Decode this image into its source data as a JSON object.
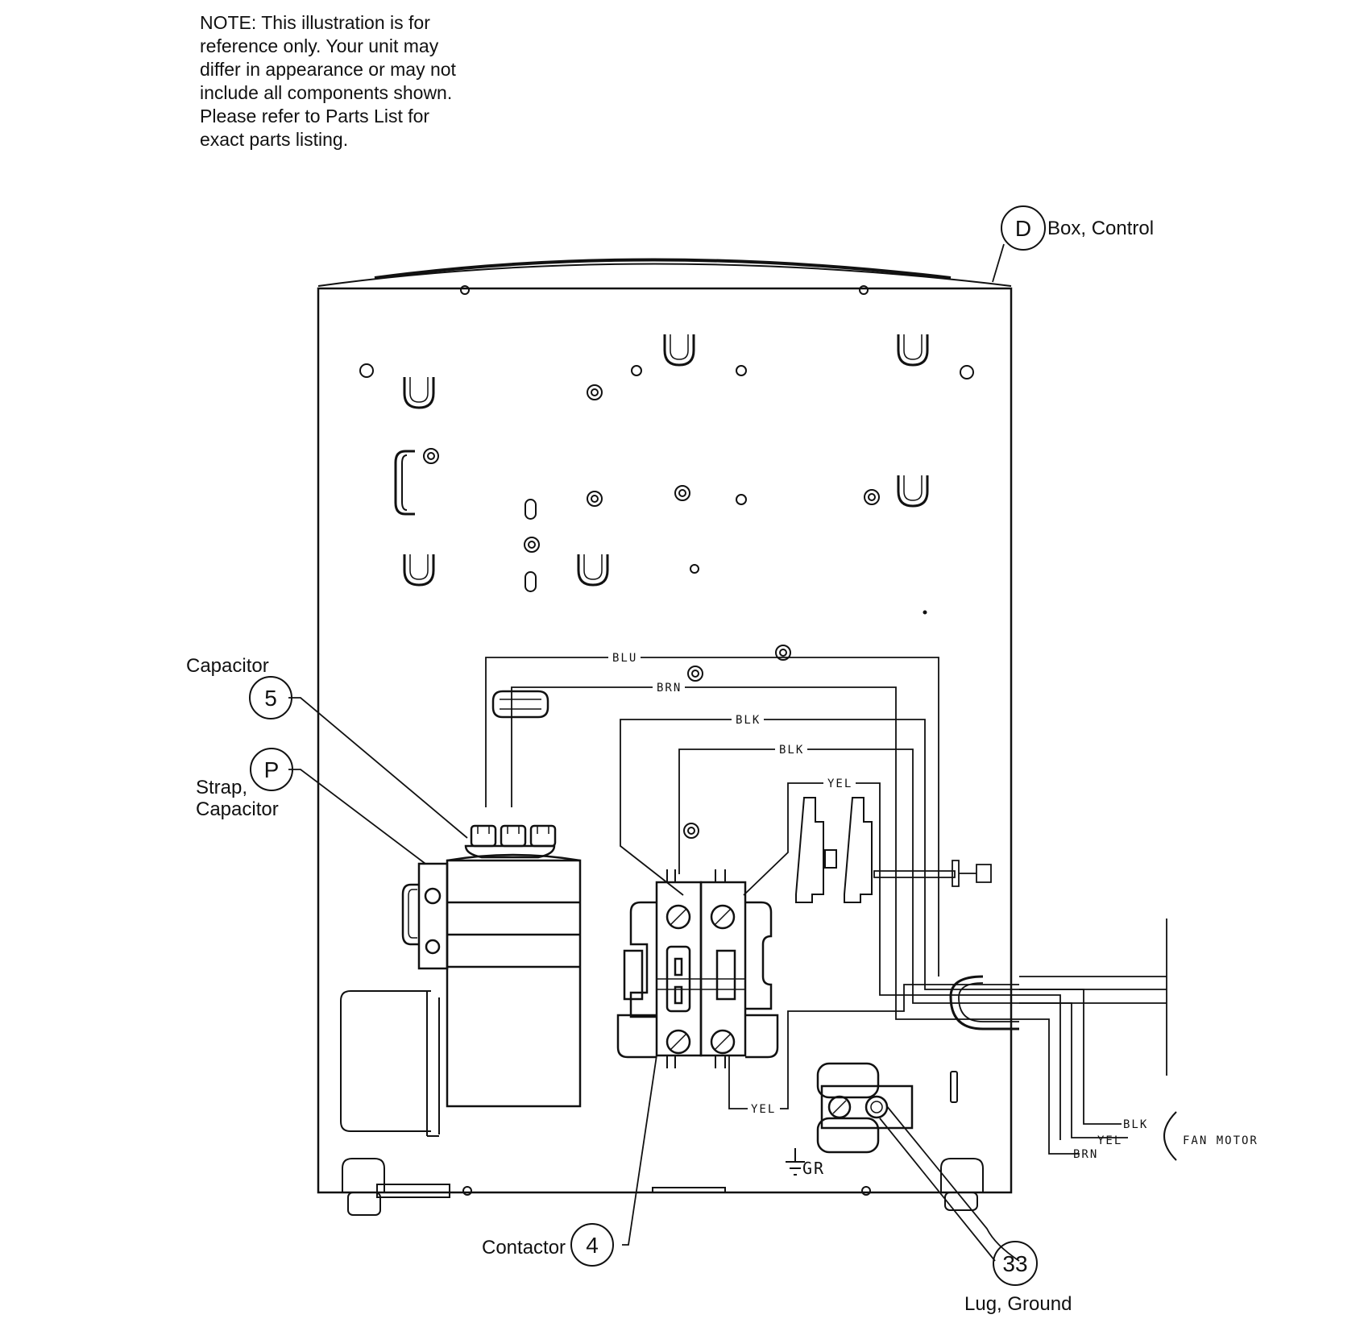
{
  "note": "NOTE: This illustration is for\nreference only.  Your unit may\ndiffer in appearance or may not\ninclude all components shown.\nPlease refer to Parts List for\nexact parts listing.",
  "callouts": {
    "box": {
      "id": "D",
      "label": "Box, Control"
    },
    "capacitor": {
      "id": "5",
      "label": "Capacitor"
    },
    "strap": {
      "id": "P",
      "label_line1": "Strap,",
      "label_line2": "Capacitor"
    },
    "contactor": {
      "id": "4",
      "label": "Contactor"
    },
    "lug": {
      "id": "33",
      "label": "Lug, Ground"
    }
  },
  "wires": {
    "blu": "BLU",
    "brn": "BRN",
    "blk1": "BLK",
    "blk2": "BLK",
    "yel_top": "YEL",
    "yel_bottom": "YEL",
    "motor_blk": "BLK",
    "motor_yel": "YEL",
    "motor_brn": "BRN"
  },
  "fan_motor": "FAN MOTOR",
  "ground": {
    "symbol": "⏚",
    "label": "GR"
  }
}
